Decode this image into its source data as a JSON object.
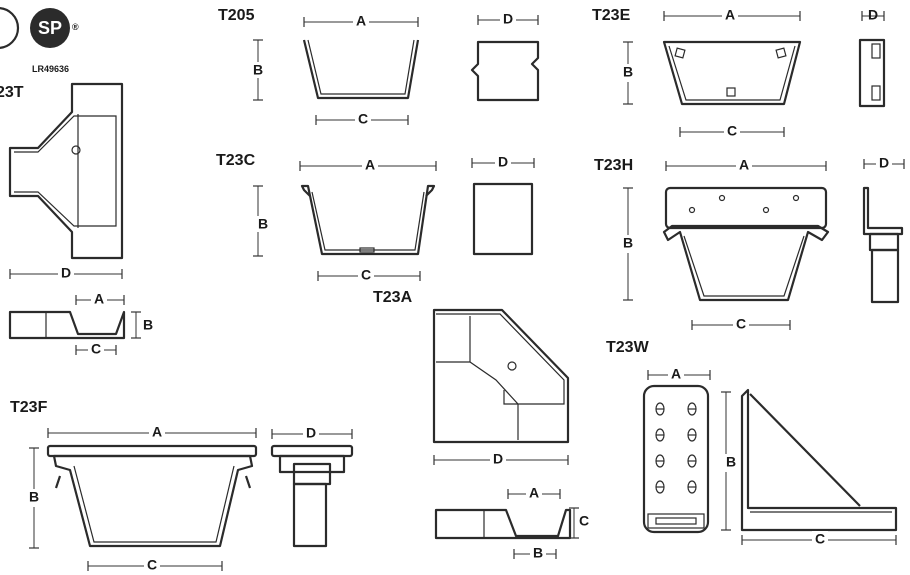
{
  "certification": {
    "csa_mark": "SP",
    "registered_symbol": "®",
    "file_number": "LR49636"
  },
  "parts": {
    "t23t": {
      "title": "23T",
      "d": "D",
      "a": "A",
      "b": "B",
      "c": "C"
    },
    "t205": {
      "title": "T205",
      "a": "A",
      "b": "B",
      "c": "C",
      "d": "D"
    },
    "t23c": {
      "title": "T23C",
      "a": "A",
      "b": "B",
      "c": "C",
      "d": "D"
    },
    "t23e": {
      "title": "T23E",
      "a": "A",
      "b": "B",
      "c": "C",
      "d": "D"
    },
    "t23h": {
      "title": "T23H",
      "a": "A",
      "b": "B",
      "c": "C",
      "d": "D"
    },
    "t23a": {
      "title": "T23A",
      "d": "D",
      "a": "A",
      "b": "B",
      "c": "C"
    },
    "t23w": {
      "title": "T23W",
      "a": "A",
      "b": "B",
      "c": "C"
    },
    "t23f": {
      "title": "T23F",
      "a": "A",
      "b": "B",
      "c": "C",
      "d": "D"
    }
  }
}
